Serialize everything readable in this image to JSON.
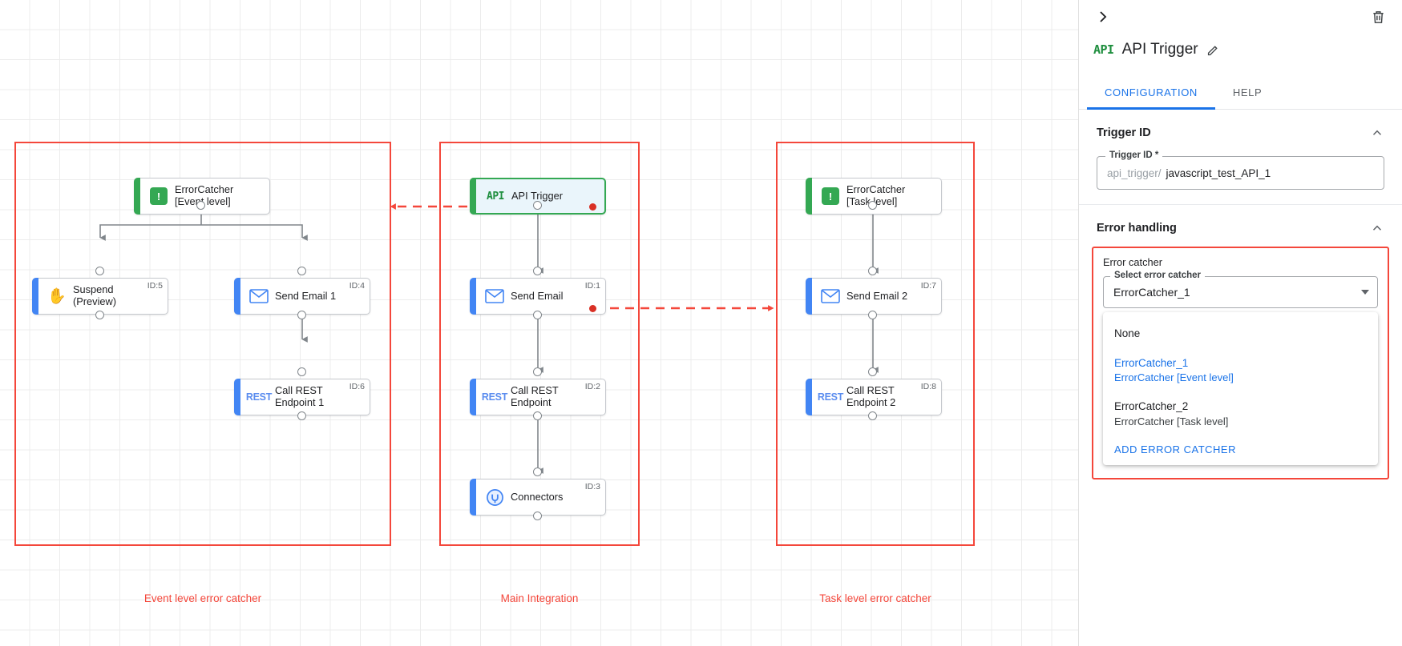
{
  "canvas": {
    "groups": [
      {
        "id": "event-level",
        "caption": "Event level error catcher"
      },
      {
        "id": "main-integration",
        "caption": "Main Integration"
      },
      {
        "id": "task-level",
        "caption": "Task level error catcher"
      }
    ],
    "nodes": [
      {
        "key": "errorcatcher_event",
        "label": "ErrorCatcher\n[Event level]",
        "icon": "error-catcher-icon",
        "id_label": ""
      },
      {
        "key": "suspend",
        "label": "Suspend\n(Preview)",
        "icon": "hand-icon",
        "id_label": "ID:5"
      },
      {
        "key": "send_email_1",
        "label": "Send Email 1",
        "icon": "mail-icon",
        "id_label": "ID:4"
      },
      {
        "key": "call_rest_1",
        "label": "Call REST\nEndpoint 1",
        "icon": "rest-icon",
        "id_label": "ID:6"
      },
      {
        "key": "api_trigger",
        "label": "API Trigger",
        "icon": "api-icon",
        "id_label": ""
      },
      {
        "key": "send_email",
        "label": "Send Email",
        "icon": "mail-icon",
        "id_label": "ID:1"
      },
      {
        "key": "call_rest",
        "label": "Call REST\nEndpoint",
        "icon": "rest-icon",
        "id_label": "ID:2"
      },
      {
        "key": "connectors",
        "label": "Connectors",
        "icon": "connectors-icon",
        "id_label": "ID:3"
      },
      {
        "key": "errorcatcher_task",
        "label": "ErrorCatcher\n[Task level]",
        "icon": "error-catcher-icon",
        "id_label": ""
      },
      {
        "key": "send_email_2",
        "label": "Send Email 2",
        "icon": "mail-icon",
        "id_label": "ID:7"
      },
      {
        "key": "call_rest_2",
        "label": "Call REST\nEndpoint 2",
        "icon": "rest-icon",
        "id_label": "ID:8"
      }
    ]
  },
  "panel": {
    "title": "API Trigger",
    "icon": "API",
    "tabs": [
      {
        "key": "configuration",
        "label": "CONFIGURATION",
        "active": true
      },
      {
        "key": "help",
        "label": "HELP",
        "active": false
      }
    ],
    "trigger_id_section": {
      "title": "Trigger ID",
      "field_legend": "Trigger ID *",
      "prefix": "api_trigger/",
      "value": "javascript_test_API_1"
    },
    "error_handling_section": {
      "title": "Error handling",
      "label": "Error catcher",
      "select_legend": "Select error catcher",
      "selected": "ErrorCatcher_1",
      "options": [
        {
          "primary": "None",
          "secondary": "",
          "selected": false
        },
        {
          "primary": "ErrorCatcher_1",
          "secondary": "ErrorCatcher [Event level]",
          "selected": true
        },
        {
          "primary": "ErrorCatcher_2",
          "secondary": "ErrorCatcher [Task level]",
          "selected": false
        }
      ],
      "action": "ADD ERROR CATCHER"
    }
  },
  "colors": {
    "accent_blue": "#1a73e8",
    "group_red": "#f4473b",
    "green": "#34a853",
    "node_blue": "#4285f4"
  }
}
